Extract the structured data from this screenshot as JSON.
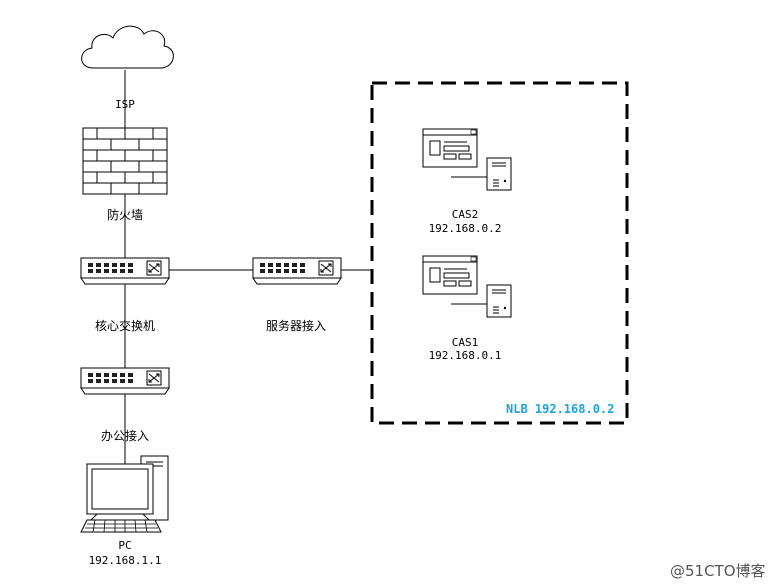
{
  "nodes": {
    "isp": {
      "label": "ISP"
    },
    "firewall": {
      "label": "防火墙"
    },
    "core_switch": {
      "label": "核心交换机"
    },
    "server_access": {
      "label": "服务器接入"
    },
    "office_access": {
      "label": "办公接入"
    },
    "pc": {
      "label": "PC",
      "ip": "192.168.1.1"
    },
    "cas2": {
      "label": "CAS2",
      "ip": "192.168.0.2"
    },
    "cas1": {
      "label": "CAS1",
      "ip": "192.168.0.1"
    }
  },
  "cluster": {
    "label": "NLB 192.168.0.2",
    "label_color": "#1aa3e0"
  },
  "watermark": "@51CTO博客"
}
